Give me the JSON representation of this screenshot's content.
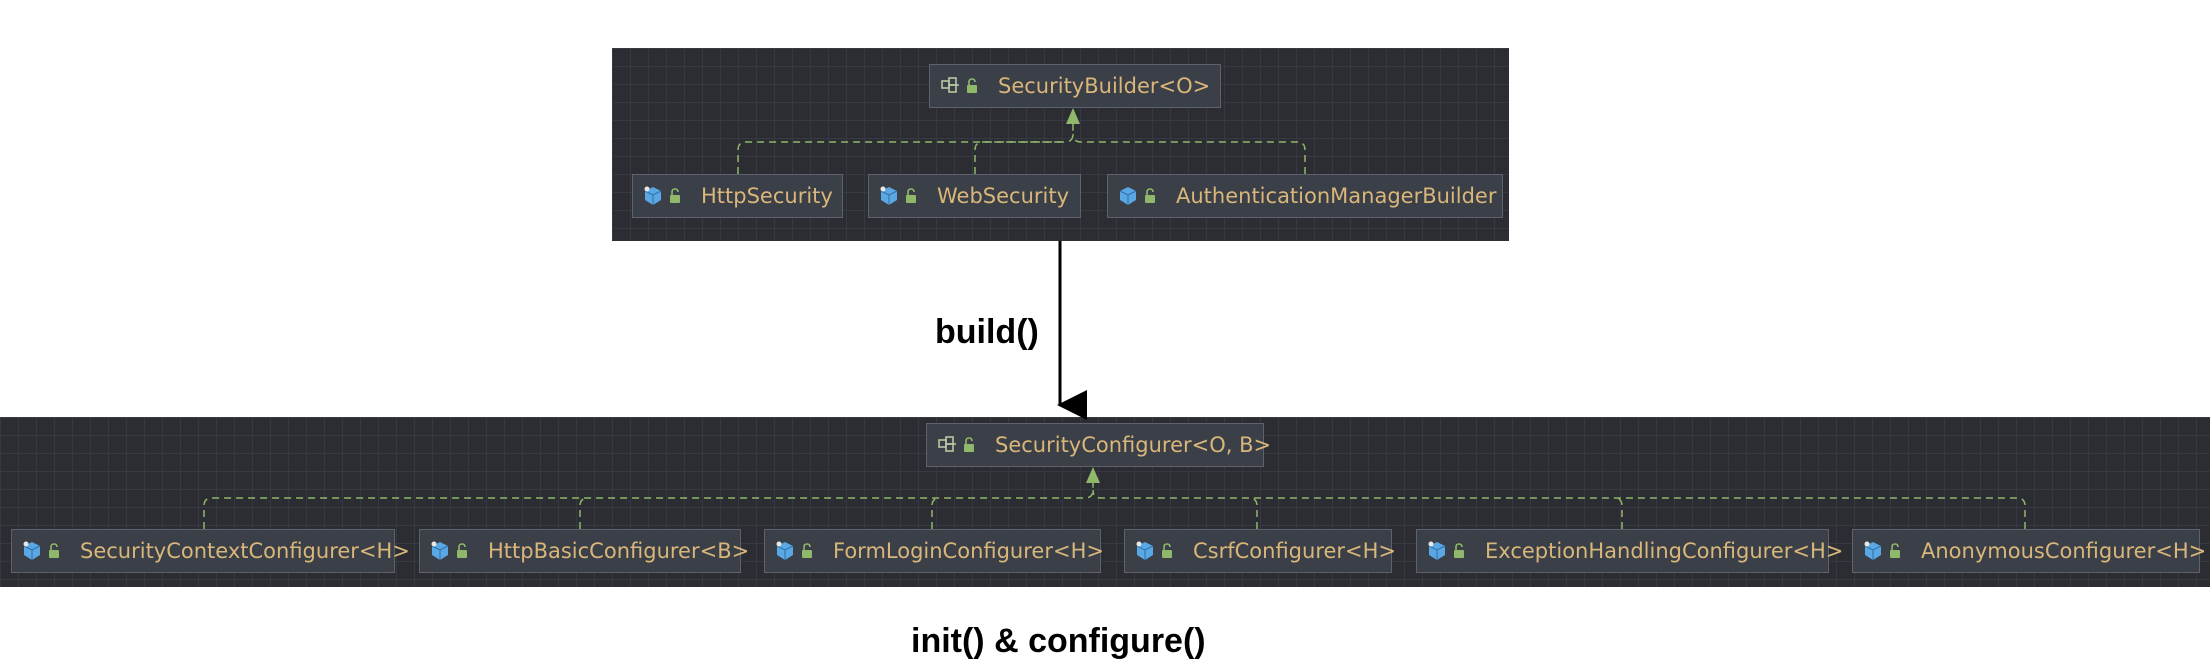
{
  "top": {
    "parent": {
      "label": "SecurityBuilder<O>",
      "icon": "interface-icon"
    },
    "children": [
      {
        "label": "HttpSecurity",
        "icon": "class-icon"
      },
      {
        "label": "WebSecurity",
        "icon": "class-icon"
      },
      {
        "label": "AuthenticationManagerBuilder",
        "icon": "class-icon"
      }
    ]
  },
  "arrow_label": "build()",
  "bottom": {
    "parent": {
      "label": "SecurityConfigurer<O, B>",
      "icon": "interface-icon"
    },
    "children": [
      {
        "label": "SecurityContextConfigurer<H>",
        "icon": "class-icon"
      },
      {
        "label": "HttpBasicConfigurer<B>",
        "icon": "class-icon"
      },
      {
        "label": "FormLoginConfigurer<H>",
        "icon": "class-icon"
      },
      {
        "label": "CsrfConfigurer<H>",
        "icon": "class-icon"
      },
      {
        "label": "ExceptionHandlingConfigurer<H>",
        "icon": "class-icon"
      },
      {
        "label": "AnonymousConfigurer<H>",
        "icon": "class-icon"
      }
    ]
  },
  "bottom_caption": "init() & configure()",
  "colors": {
    "panel_bg": "#2b2d33",
    "node_bg": "#3b3f47",
    "node_text": "#d9b67a",
    "connector": "#8fb86a",
    "class_icon": "#5aa7e6",
    "lock_icon": "#8fb86a"
  }
}
